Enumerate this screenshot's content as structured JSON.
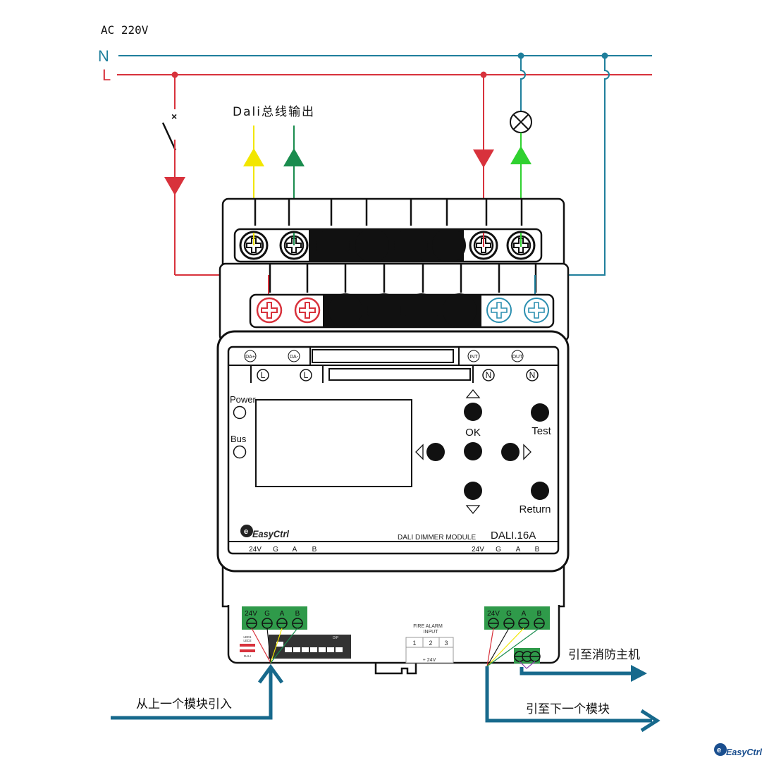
{
  "supply": {
    "label": "AC 220V",
    "neutral": "N",
    "live": "L"
  },
  "dali_output_label": "Dali总线输出",
  "module": {
    "top_terminals": [
      "DA+",
      "DA-",
      "INT",
      "OUT"
    ],
    "bottom_terminals": [
      "L",
      "L",
      "N",
      "N"
    ],
    "indicators": [
      "Power",
      "Bus"
    ],
    "buttons": {
      "ok": "OK",
      "test": "Test",
      "return": "Return"
    },
    "brand": "EasyCtrl",
    "description": "DALI DIMMER MODULE",
    "model": "DALI.16A",
    "bus_labels_left": [
      "24V",
      "G",
      "A",
      "B"
    ],
    "bus_labels_right": [
      "24V",
      "G",
      "A",
      "B"
    ],
    "led_labels": [
      "LED1",
      "LED2",
      "DALI"
    ],
    "dip_label": "DIP",
    "fire_alarm": {
      "title_line1": "FIRE ALARM",
      "title_line2": "INPUT",
      "pins": [
        "1",
        "2",
        "3"
      ],
      "supply": "+ 24V"
    }
  },
  "annotations": {
    "from_previous": "从上一个模块引入",
    "to_fire_host": "引至消防主机",
    "to_next": "引至下一个模块"
  },
  "watermark": "EasyCtrl",
  "colors": {
    "neutral": "#1f7f9c",
    "live": "#d8323c",
    "dali_plus": "#f2e600",
    "dali_minus": "#1a8c4e",
    "lamp_return": "#2fd12f",
    "bus_arrow": "#17698c",
    "terminal_green": "#2f9a4a"
  }
}
